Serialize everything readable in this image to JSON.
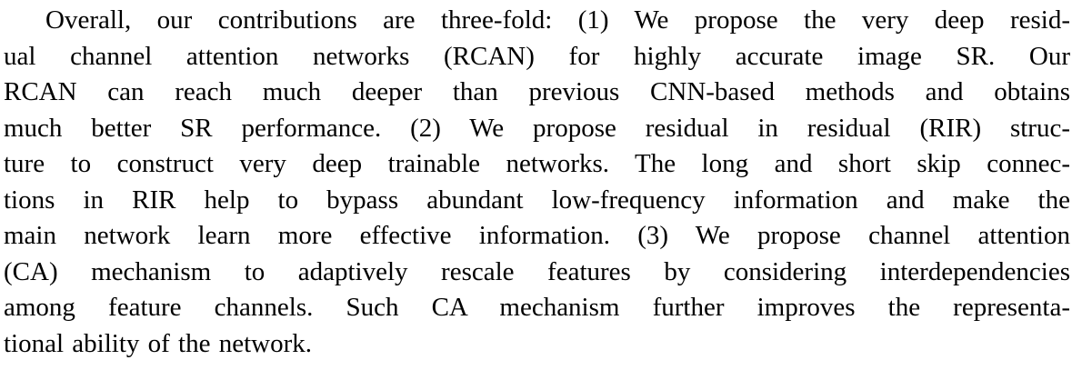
{
  "page": {
    "background_color": "#ffffff",
    "text_color": "#000000"
  },
  "paragraph": {
    "lines": [
      "Overall, our contributions are three-fold: (1) We propose the very deep resid-",
      "ual channel attention networks (RCAN) for highly accurate image SR. Our",
      "RCAN can reach much deeper than previous CNN-based methods and obtains",
      "much better SR performance. (2) We propose residual in residual (RIR) struc-",
      "ture to construct very deep trainable networks. The long and short skip connec-",
      "tions in RIR help to bypass abundant low-frequency information and make the",
      "main network learn more effective information. (3) We propose channel attention",
      "(CA) mechanism to adaptively rescale features by considering interdependencies",
      "among feature channels. Such CA mechanism further improves the representa-",
      "tional ability of the network."
    ]
  }
}
